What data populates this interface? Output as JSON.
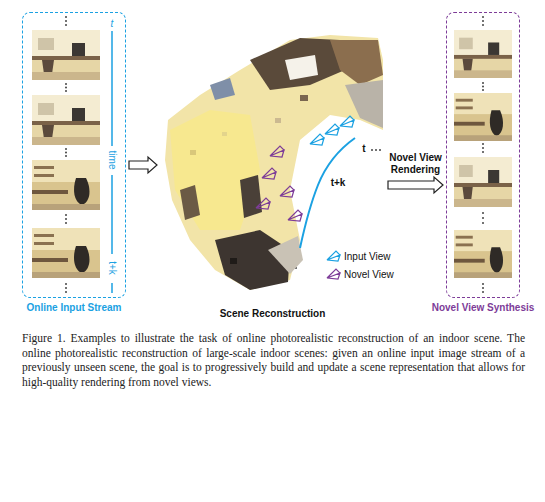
{
  "diagram": {
    "caption": "Figure 1. Examples to illustrate the task of online photorealistic reconstruction of an indoor scene. The online photorealistic reconstruction of large-scale indoor scenes: given an online input image stream of a previously unseen scene, the goal is to progressively build and update a scene representation that allows for high-quality rendering from novel views.",
    "nodes": [
      {
        "text": [
          "Online Input Stream"
        ]
      },
      {
        "text": [
          "Scene Reconstruction"
        ]
      },
      {
        "text": [
          "Novel View Synthesis"
        ]
      }
    ],
    "edges": [
      {
        "from": 0,
        "to": 1,
        "arrow": "to"
      },
      {
        "from": 1,
        "to": 2,
        "label": "Novel View Rendering",
        "arrow": "to"
      }
    ],
    "labels": [
      "t",
      "time",
      "t+k",
      "t",
      "t+k"
    ],
    "legend": [
      {
        "text": "Input View"
      },
      {
        "text": "Novel View"
      }
    ]
  }
}
